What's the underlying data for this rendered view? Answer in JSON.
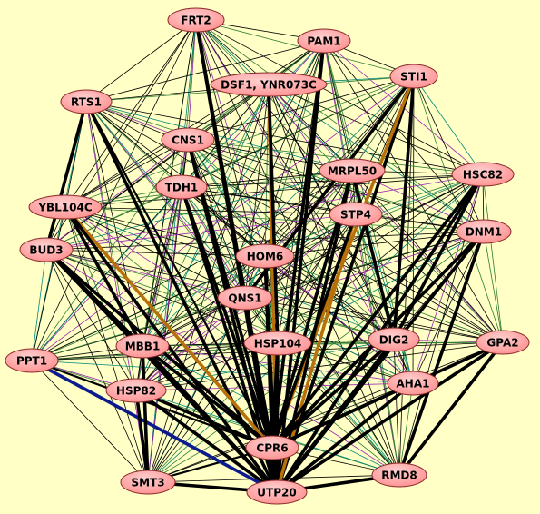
{
  "graph": {
    "background": "#ffffc6",
    "node_fill": "#ff8a8a",
    "nodes": [
      {
        "id": "FRT2",
        "label": "FRT2"
      },
      {
        "id": "PAM1",
        "label": "PAM1"
      },
      {
        "id": "DSF1",
        "label": "DSF1, YNR073C"
      },
      {
        "id": "STI1",
        "label": "STI1"
      },
      {
        "id": "RTS1",
        "label": "RTS1"
      },
      {
        "id": "CNS1",
        "label": "CNS1"
      },
      {
        "id": "MRPL50",
        "label": "MRPL50"
      },
      {
        "id": "HSC82",
        "label": "HSC82"
      },
      {
        "id": "TDH1",
        "label": "TDH1"
      },
      {
        "id": "YBL104C",
        "label": "YBL104C"
      },
      {
        "id": "STP4",
        "label": "STP4"
      },
      {
        "id": "DNM1",
        "label": "DNM1"
      },
      {
        "id": "BUD3",
        "label": "BUD3"
      },
      {
        "id": "HOM6",
        "label": "HOM6"
      },
      {
        "id": "QNS1",
        "label": "QNS1"
      },
      {
        "id": "PPT1",
        "label": "PPT1"
      },
      {
        "id": "MBB1",
        "label": "MBB1"
      },
      {
        "id": "HSP104",
        "label": "HSP104"
      },
      {
        "id": "DIG2",
        "label": "DIG2"
      },
      {
        "id": "GPA2",
        "label": "GPA2"
      },
      {
        "id": "HSP82",
        "label": "HSP82"
      },
      {
        "id": "AHA1",
        "label": "AHA1"
      },
      {
        "id": "CPR6",
        "label": "CPR6"
      },
      {
        "id": "SMT3",
        "label": "SMT3"
      },
      {
        "id": "RMD8",
        "label": "RMD8"
      },
      {
        "id": "UTP20",
        "label": "UTP20"
      }
    ],
    "edge_colors": {
      "default": "#000000",
      "green": "#2e7d32",
      "purple": "#9c27b0",
      "teal": "#00897b",
      "orange": "#b8700a",
      "navy": "#0b1a8c"
    },
    "edges": [
      {
        "from": "FRT2",
        "to": "UTP20",
        "color": "default",
        "weight": "heavy"
      },
      {
        "from": "FRT2",
        "to": "CPR6",
        "color": "default",
        "weight": "heavy"
      },
      {
        "from": "DSF1",
        "to": "UTP20",
        "color": "orange",
        "weight": "heavy"
      },
      {
        "from": "STI1",
        "to": "UTP20",
        "color": "default",
        "weight": "heavy"
      },
      {
        "from": "STI1",
        "to": "CPR6",
        "color": "orange",
        "weight": "heavy"
      },
      {
        "from": "PAM1",
        "to": "UTP20",
        "color": "default",
        "weight": "heavy"
      },
      {
        "from": "PAM1",
        "to": "CPR6",
        "color": "default",
        "weight": "heavy"
      },
      {
        "from": "RTS1",
        "to": "UTP20",
        "color": "default",
        "weight": "heavy"
      },
      {
        "from": "RTS1",
        "to": "CPR6",
        "color": "default",
        "weight": "medium"
      },
      {
        "from": "CNS1",
        "to": "UTP20",
        "color": "default",
        "weight": "heavy"
      },
      {
        "from": "CNS1",
        "to": "CPR6",
        "color": "default",
        "weight": "heavy"
      },
      {
        "from": "TDH1",
        "to": "UTP20",
        "color": "default",
        "weight": "heavy"
      },
      {
        "from": "TDH1",
        "to": "CPR6",
        "color": "default",
        "weight": "heavy"
      },
      {
        "from": "YBL104C",
        "to": "CPR6",
        "color": "orange",
        "weight": "heavy"
      },
      {
        "from": "YBL104C",
        "to": "UTP20",
        "color": "default",
        "weight": "heavy"
      },
      {
        "from": "MRPL50",
        "to": "UTP20",
        "color": "default",
        "weight": "heavy"
      },
      {
        "from": "MRPL50",
        "to": "CPR6",
        "color": "default",
        "weight": "heavy"
      },
      {
        "from": "STP4",
        "to": "UTP20",
        "color": "orange",
        "weight": "heavy"
      },
      {
        "from": "STP4",
        "to": "CPR6",
        "color": "default",
        "weight": "heavy"
      },
      {
        "from": "HSC82",
        "to": "UTP20",
        "color": "default",
        "weight": "heavy"
      },
      {
        "from": "HSC82",
        "to": "CPR6",
        "color": "default",
        "weight": "heavy"
      },
      {
        "from": "DNM1",
        "to": "UTP20",
        "color": "default",
        "weight": "heavy"
      },
      {
        "from": "DNM1",
        "to": "CPR6",
        "color": "default",
        "weight": "heavy"
      },
      {
        "from": "HOM6",
        "to": "UTP20",
        "color": "default",
        "weight": "heavy"
      },
      {
        "from": "HOM6",
        "to": "CPR6",
        "color": "default",
        "weight": "heavy"
      },
      {
        "from": "QNS1",
        "to": "UTP20",
        "color": "default",
        "weight": "heavy"
      },
      {
        "from": "QNS1",
        "to": "CPR6",
        "color": "default",
        "weight": "heavy"
      },
      {
        "from": "HSP104",
        "to": "UTP20",
        "color": "default",
        "weight": "heavy"
      },
      {
        "from": "HSP104",
        "to": "CPR6",
        "color": "default",
        "weight": "heavy"
      },
      {
        "from": "BUD3",
        "to": "UTP20",
        "color": "default",
        "weight": "heavy"
      },
      {
        "from": "BUD3",
        "to": "CPR6",
        "color": "default",
        "weight": "heavy"
      },
      {
        "from": "MBB1",
        "to": "UTP20",
        "color": "default",
        "weight": "heavy"
      },
      {
        "from": "MBB1",
        "to": "CPR6",
        "color": "default",
        "weight": "heavy"
      },
      {
        "from": "HSP82",
        "to": "UTP20",
        "color": "default",
        "weight": "heavy"
      },
      {
        "from": "HSP82",
        "to": "CPR6",
        "color": "default",
        "weight": "heavy"
      },
      {
        "from": "DIG2",
        "to": "UTP20",
        "color": "default",
        "weight": "heavy"
      },
      {
        "from": "DIG2",
        "to": "CPR6",
        "color": "default",
        "weight": "heavy"
      },
      {
        "from": "AHA1",
        "to": "UTP20",
        "color": "default",
        "weight": "heavy"
      },
      {
        "from": "AHA1",
        "to": "CPR6",
        "color": "default",
        "weight": "heavy"
      },
      {
        "from": "GPA2",
        "to": "UTP20",
        "color": "default",
        "weight": "heavy"
      },
      {
        "from": "GPA2",
        "to": "CPR6",
        "color": "default",
        "weight": "heavy"
      },
      {
        "from": "RMD8",
        "to": "UTP20",
        "color": "default",
        "weight": "heavy"
      },
      {
        "from": "SMT3",
        "to": "UTP20",
        "color": "default",
        "weight": "heavy"
      },
      {
        "from": "SMT3",
        "to": "CPR6",
        "color": "default",
        "weight": "medium"
      },
      {
        "from": "PPT1",
        "to": "UTP20",
        "color": "navy",
        "weight": "heavy"
      },
      {
        "from": "PPT1",
        "to": "CPR6",
        "color": "default",
        "weight": "medium"
      },
      {
        "from": "CPR6",
        "to": "UTP20",
        "color": "default",
        "weight": "heavy"
      },
      {
        "from": "RTS1",
        "to": "BUD3",
        "color": "default",
        "weight": "heavy"
      },
      {
        "from": "YBL104C",
        "to": "MBB1",
        "color": "default",
        "weight": "heavy"
      },
      {
        "from": "BUD3",
        "to": "MBB1",
        "color": "default",
        "weight": "heavy"
      },
      {
        "from": "STI1",
        "to": "DIG2",
        "color": "default",
        "weight": "heavy"
      },
      {
        "from": "STI1",
        "to": "QNS1",
        "color": "default",
        "weight": "heavy"
      },
      {
        "from": "GPA2",
        "to": "RMD8",
        "color": "default",
        "weight": "heavy"
      },
      {
        "from": "DNM1",
        "to": "RMD8",
        "color": "default",
        "weight": "heavy"
      },
      {
        "from": "SMT3",
        "to": "HSP82",
        "color": "default",
        "weight": "heavy"
      },
      {
        "from": "SMT3",
        "to": "MBB1",
        "color": "default",
        "weight": "heavy"
      },
      {
        "from": "HSC82",
        "to": "DIG2",
        "color": "default",
        "weight": "heavy"
      },
      {
        "from": "MRPL50",
        "to": "DIG2",
        "color": "default",
        "weight": "heavy"
      },
      {
        "from": "DSF1",
        "to": "HSP104",
        "color": "default",
        "weight": "heavy"
      }
    ]
  }
}
